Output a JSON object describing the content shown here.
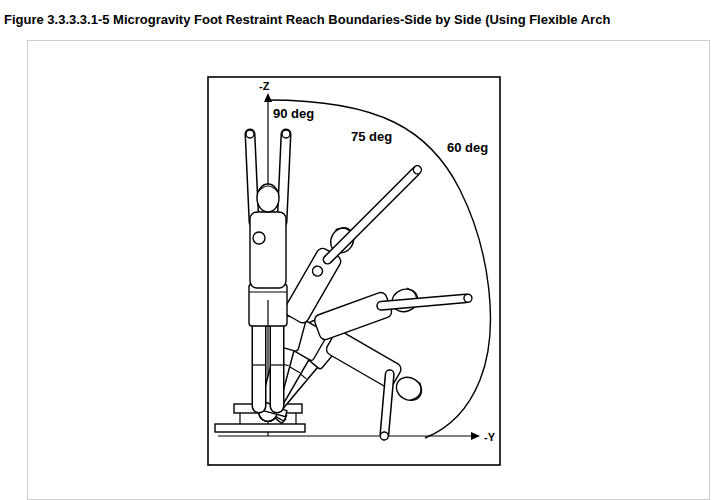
{
  "diagram": {
    "title": "Figure 3.3.3.3.1-5 Microgravity Foot Restraint Reach Boundaries-Side by Side (Using Flexible Arch",
    "labels": [
      "-Z",
      "90 deg",
      "75 deg",
      "60 deg",
      "-Y"
    ]
  }
}
